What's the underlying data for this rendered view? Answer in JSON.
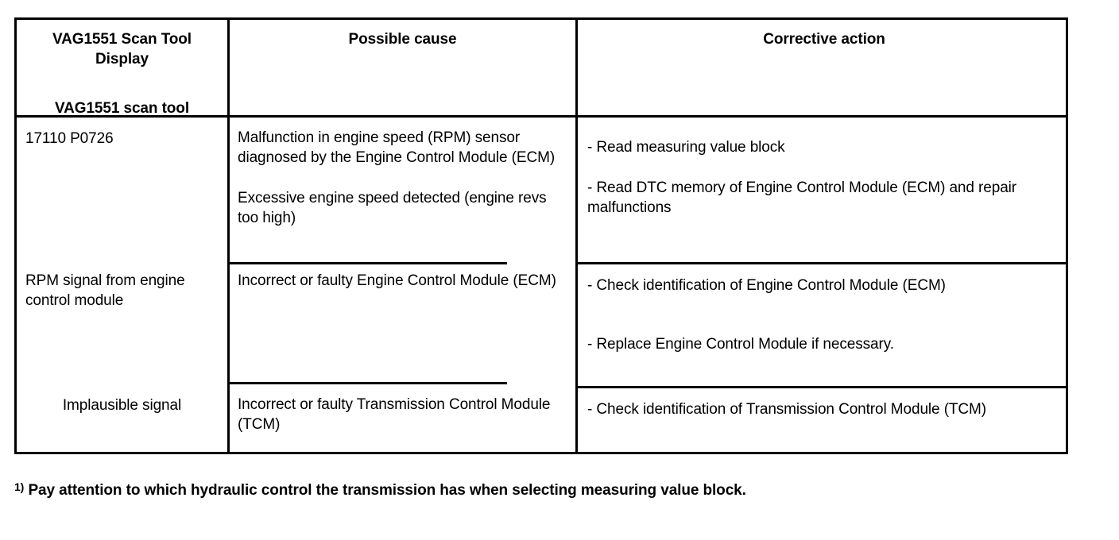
{
  "table": {
    "headers": [
      {
        "line1": "VAG1551 Scan Tool",
        "line2": "Display",
        "line3": "VAG1551 scan tool"
      },
      {
        "label": "Possible cause"
      },
      {
        "label": "Corrective action"
      }
    ],
    "display_column": {
      "code": "17110 P0726",
      "signal_source": "RPM signal from engine control module",
      "signal_state": "Implausible signal"
    },
    "rows": [
      {
        "cause": [
          "Malfunction in engine speed (RPM) sensor diagnosed by the Engine Control Module (ECM)",
          "Excessive engine speed detected (engine revs too high)"
        ],
        "action": [
          "- Read measuring value block",
          "- Read DTC memory of Engine Control Module (ECM) and repair malfunctions"
        ]
      },
      {
        "cause": [
          "Incorrect or faulty Engine Control Module (ECM)"
        ],
        "action": [
          "- Check identification of Engine Control Module (ECM)",
          "- Replace Engine Control Module if necessary."
        ]
      },
      {
        "cause": [
          "Incorrect or faulty Transmission Control Module (TCM)"
        ],
        "action": [
          "- Check identification of Transmission Control Module (TCM)"
        ]
      }
    ]
  },
  "footnote": {
    "marker": "1)",
    "text": "Pay attention to which hydraulic control the transmission has when selecting measuring value block."
  }
}
